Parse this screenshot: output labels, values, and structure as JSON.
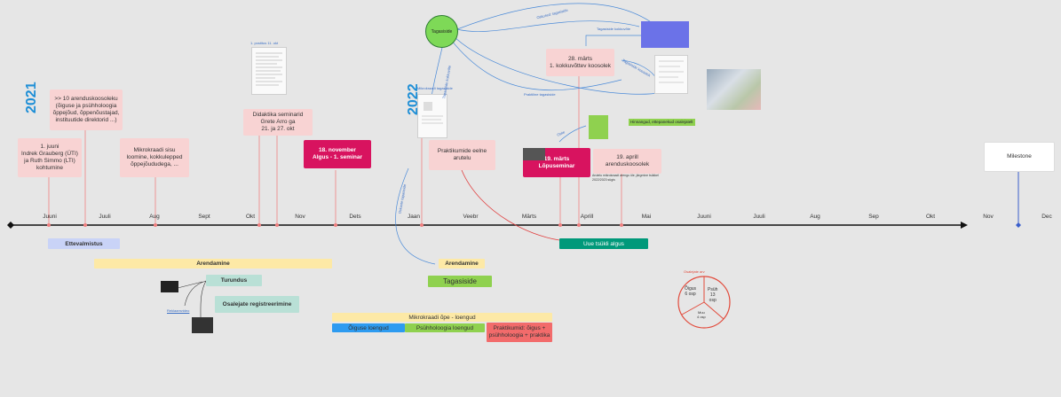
{
  "years": {
    "y2021": "2021",
    "y2022": "2022"
  },
  "months": [
    "Juuni",
    "Juuli",
    "Aug",
    "Sept",
    "Okt",
    "Nov",
    "Dets",
    "Jaan",
    "Veebr",
    "Märts",
    "Aprill",
    "Mai",
    "Juuni",
    "Juuli",
    "Aug",
    "Sep",
    "Okt",
    "Nov",
    "Dec"
  ],
  "cards": {
    "c1": "1. juuni\nIndrek Grauberg (ÜTI)\nja Ruth Simmo (LTI)\nkohtumine",
    "c2": ">> 10 arenduskoosoleku\n(õiguse ja psühholoogia\nõppejõud, õppenõustajad,\ninstituutide direktorid ...)",
    "c3": "Mikrokraadi sisu\nloomine, kokkulepped\nõppejõududega, ...",
    "c4": "Didaktika seminarid\nGrete Arro ga\n21. ja 27. okt",
    "c5": "18. november\nAlgus - 1. seminar",
    "c6": "Praktikumide eelne\narutelu",
    "c7": "28. märts\n1. kokkuvõttev koosolek",
    "c8": "19. märts\nLõpuseminar",
    "c9": "19. aprill\narenduskoosolek",
    "milestone": "Milestone"
  },
  "bars": {
    "ettevalmistus": "Ettevalmistus",
    "arendamine1": "Arendamine",
    "turundus": "Turundus",
    "osalejate": "Osalejate registreerimine",
    "arendamine2": "Arendamine",
    "tagasiside_bar": "Tagasiside",
    "uuesti": "Uue tsükli algus",
    "mikro": "Mikrokraadi õpe - loengud",
    "oiguse": "Õiguse loengud",
    "psuh": "Psühholoogia loengud",
    "prakt": "Praktikumid: õigus +\npsühholoogia + praktika"
  },
  "labels": {
    "tagasiside_circle": "Tagasiside",
    "green_note": "Hinnangud, ettepanekud osalejatelt",
    "poster": "1. postitus 11. okt",
    "pie_title": "Osalejate arv",
    "pie1": "Õigus\n6 osp",
    "pie2": "Psüh\n13\nosp",
    "pie3": "Muu\n4 osp",
    "arrow_tagasiside_tyhi": "Tagasiside kokkuvõte",
    "arrow_oskused": "Oskused: tagasiside",
    "arrow_tagasiside_koos": "Tagasiside koosolek",
    "arrow_praktiline": "Praktiline tagasiside",
    "arrow_oskuste": "Oskuste tagasiside",
    "arrow_oske": "Oske",
    "arrow_tagasiside_kokku": "Tagasiside kokkuvõte",
    "side_doc": "Mikrokraadi tagasiside",
    "muu_note": "Arutelu mikrokraadi arengu üle, järgmine tsükkel 2022/2023 sügis",
    "link_label": "Reklaamvideo"
  },
  "colors": {
    "accent": "#1f8fd6",
    "magenta": "#d8135f",
    "green": "#8fd14f",
    "teal": "#00997a"
  }
}
